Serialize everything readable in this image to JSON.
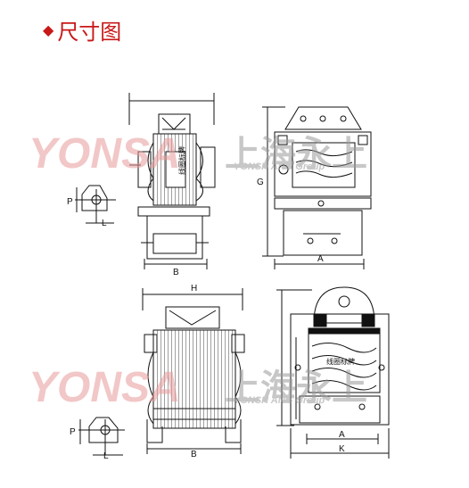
{
  "title": "尺寸图",
  "watermark": {
    "brand": "YONSA",
    "cn": "上海永上",
    "sub": "YONSH ANG Group"
  },
  "labels": {
    "A": "A",
    "B": "B",
    "G": "G",
    "H": "H",
    "K": "K",
    "L": "L",
    "P": "P",
    "coil_top": "线圈标牌",
    "coil_bottom": "线圈标牌"
  },
  "colors": {
    "title": "#c81818",
    "watermark": "#e89a9a",
    "watermark_gray": "#9a9a9a",
    "line": "#111111"
  }
}
